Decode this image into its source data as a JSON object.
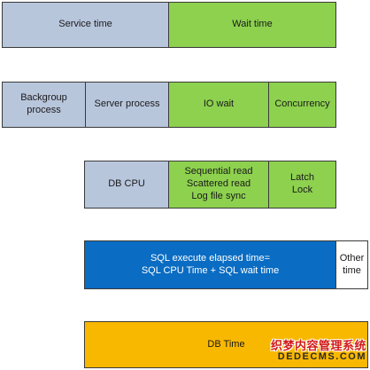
{
  "rows": {
    "row1": {
      "service_time": "Service time",
      "wait_time": "Wait time"
    },
    "row2": {
      "background_process": "Backgroup\nprocess",
      "server_process": "Server process",
      "io_wait": "IO wait",
      "concurrency": "Concurrency"
    },
    "row3": {
      "db_cpu": "DB CPU",
      "io_events": "Sequential read\nScattered read\nLog file sync",
      "latch_lock": "Latch\nLock"
    },
    "row4": {
      "sql_elapsed": "SQL execute elapsed time=\nSQL CPU Time + SQL wait time",
      "other_time": "Other\ntime"
    },
    "row5": {
      "db_time": "DB Time"
    }
  },
  "watermark": {
    "line1": "织梦内容管理系统",
    "line2": "DEDECMS.COM"
  },
  "colors": {
    "service_fill": "#b8c6dc",
    "wait_fill": "#8dd14f",
    "sql_fill": "#0a6cc2",
    "db_time_fill": "#f9b800"
  }
}
